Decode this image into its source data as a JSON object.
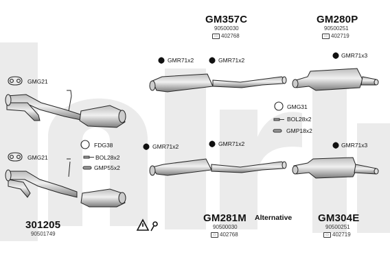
{
  "assemblies": {
    "gm357c": {
      "code": "GM357C",
      "part": "90500030",
      "ref": "402768"
    },
    "gm280p": {
      "code": "GM280P",
      "part": "90500251",
      "ref": "402719"
    },
    "gm281m": {
      "code": "GM281M",
      "part": "90500030",
      "ref": "402768"
    },
    "gm304e": {
      "code": "GM304E",
      "part": "90500251",
      "ref": "402719"
    },
    "kit301205": {
      "code": "301205",
      "part": "90501749"
    }
  },
  "labels": {
    "gmg21_top": "GMG21",
    "gmg21_bottom": "GMG21",
    "fdg38": "FDG38",
    "bol28x2_left": "BOL28x2",
    "gmp55x2": "GMP55x2",
    "gmg31": "GMG31",
    "bol28x2_right": "BOL28x2",
    "gmp18x2": "GMP18x2",
    "gmr71x2_a": "GMR71x2",
    "gmr71x2_b": "GMR71x2",
    "gmr71x3_top": "GMR71x3",
    "gmr71x2_c": "GMR71x2",
    "gmr71x2_d": "GMR71x2",
    "gmr71x3_bottom": "GMR71x3"
  },
  "alternative_label": "Alternative",
  "colors": {
    "watermark": "#e9e9e9",
    "line": "#222222",
    "part_fill": "#d8d8d8",
    "part_dark": "#8a8a8a",
    "text": "#111111"
  }
}
